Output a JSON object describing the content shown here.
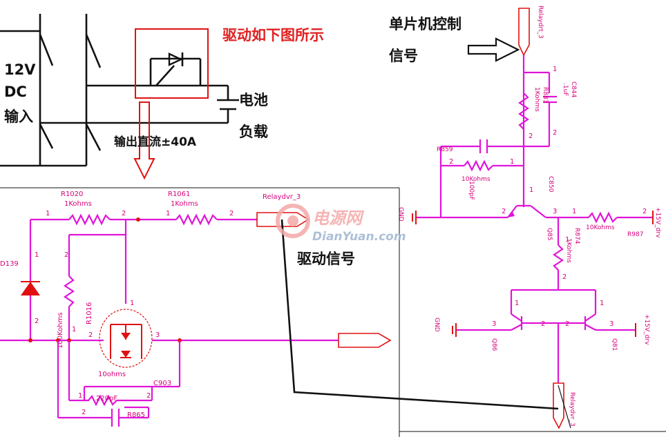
{
  "top_left": {
    "input_label_line1": "12V",
    "input_label_line2": "DC",
    "input_label_line3": "输入",
    "drive_note": "驱动如下图所示",
    "battery_line1": "电池",
    "battery_line2": "负载",
    "output_note": "输出直流±40A"
  },
  "right": {
    "mcu_line1": "单片机控制",
    "mcu_line2": "信号",
    "relay_top_port": "Relaydrt_3",
    "relay_bottom_port": "Relaydvr_3",
    "c_top_ref": "C844",
    "c_top_val": ".1uF",
    "r_top_ref": "R883",
    "r_top_val": "1Kohms",
    "c_mid_ref": "R859",
    "c_mid_val": "100pF",
    "r_mid_val": "10Kohms",
    "q_main_ref": "Q85",
    "c850": "C850",
    "gnd_left": "GND",
    "r_right_val": "10Kohms",
    "r_right_ref": "R987",
    "supply_right": "+15V_drv",
    "r874_ref": "R874",
    "r874_val": "1Kohms",
    "q86": "Q86",
    "q81": "Q81",
    "gnd_bottom": "GND",
    "supply_bottom": "+15V_drv"
  },
  "bottom_left": {
    "r1020_ref": "R1020",
    "r1020_val": "1Kohms",
    "r1061_ref": "R1061",
    "r1061_val": "1Kohms",
    "relay_port": "Relaydvr_3",
    "d139": "D139",
    "r_100k": "100Kohms",
    "r1016": "R1016",
    "r_10ohm": "10ohms",
    "c_220p": "220pF",
    "c903": "C903",
    "r865": "R865",
    "drive_signal": "驱动信号"
  },
  "watermark": {
    "brand_cn": "电源网",
    "brand_en": "DianYuan.com"
  }
}
